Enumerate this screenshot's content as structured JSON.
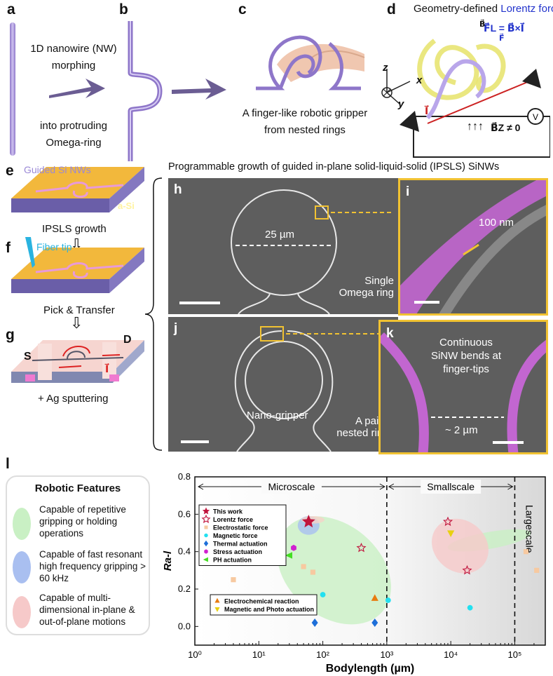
{
  "panel_labels": {
    "a": "a",
    "b": "b",
    "c": "c",
    "d": "d",
    "e": "e",
    "f": "f",
    "g": "g",
    "h": "h",
    "i": "i",
    "j": "j",
    "k": "k",
    "l": "l"
  },
  "panel_a": {
    "line1": "1D nanowire (NW)",
    "line2": "morphing",
    "line3": "into protruding",
    "line4": "Omega-ring"
  },
  "panel_c": {
    "line1": "A finger-like robotic gripper",
    "line2": "from nested rings"
  },
  "panel_d": {
    "title_prefix": "Geometry-defined ",
    "title_highlight": "Lorentz force",
    "formula": "F⃗L = B⃗×I⃗",
    "axis_z": "z",
    "axis_x": "x",
    "axis_y": "y",
    "current": "I⃗",
    "field": "B⃗",
    "force": "F⃗",
    "bz": "B⃗Z ≠ 0",
    "voltmeter": "V",
    "arrows": "↑↑↑"
  },
  "panel_e": {
    "nw_label": "Guided Si NWs",
    "substrate": "a-Si",
    "caption": "IPSLS growth"
  },
  "panel_f": {
    "tip_label": "Fiber tip",
    "caption": "Pick & Transfer"
  },
  "panel_g": {
    "s": "S",
    "d": "D",
    "current": "I⃗",
    "caption": "+ Ag sputtering"
  },
  "growth_title": "Programmable growth of guided in-plane solid-liquid-solid (IPSLS) SiNWs",
  "panel_h": {
    "dim": "25 µm",
    "note1": "Single",
    "note2": "Omega ring"
  },
  "panel_i": {
    "dim": "100 nm"
  },
  "panel_j": {
    "center": "Nano-gripper",
    "note1": "A pair of",
    "note2": "nested rings"
  },
  "panel_k": {
    "line1": "Continuous",
    "line2": "SiNW bends at",
    "line3": "finger-tips",
    "dim": "~ 2 µm"
  },
  "features": {
    "title": "Robotic Features",
    "items": [
      {
        "text": "Capable of repetitive gripping or holding operations",
        "color": "#c9f0c4"
      },
      {
        "text": "Capable of fast resonant high frequency gripping > 60 kHz",
        "color": "#a9bff0"
      },
      {
        "text": "Capable of multi-dimensional in-plane & out-of-plane motions",
        "color": "#f6c9c9"
      }
    ]
  },
  "chart_data": {
    "type": "scatter",
    "xlabel": "Bodylength (µm)",
    "ylabel": "Ra-l",
    "xscale": "log",
    "xlim": [
      1,
      300000
    ],
    "ylim": [
      -0.1,
      0.8
    ],
    "x_ticks": [
      {
        "v": 1,
        "label": "10⁰"
      },
      {
        "v": 10,
        "label": "10¹"
      },
      {
        "v": 100,
        "label": "10²"
      },
      {
        "v": 1000,
        "label": "10³"
      },
      {
        "v": 10000,
        "label": "10⁴"
      },
      {
        "v": 100000,
        "label": "10⁵"
      }
    ],
    "y_ticks": [
      "0.0",
      "0.2",
      "0.4",
      "0.6",
      "0.8"
    ],
    "y_tick_values": [
      0,
      0.2,
      0.4,
      0.6,
      0.8
    ],
    "regions": [
      {
        "label": "Microscale",
        "from": 1,
        "to": 1000
      },
      {
        "label": "Smallscale",
        "from": 1000,
        "to": 100000
      },
      {
        "label": "Largescale",
        "from": 100000,
        "to": 300000
      }
    ],
    "legend1": [
      {
        "name": "This work",
        "marker": "star",
        "color": "#c0143c"
      },
      {
        "name": "Lorentz force",
        "marker": "star-open",
        "color": "#c0143c"
      },
      {
        "name": "Electrostatic force",
        "marker": "square",
        "color": "#f7c9a0"
      },
      {
        "name": "Magnetic force",
        "marker": "circle",
        "color": "#22e0f0"
      },
      {
        "name": "Thermal actuation",
        "marker": "diamond",
        "color": "#1e6fd9"
      },
      {
        "name": "Stress actuation",
        "marker": "hexagon",
        "color": "#d020d0"
      },
      {
        "name": "PH actuation",
        "marker": "triangle-left",
        "color": "#44dd22"
      }
    ],
    "legend2": [
      {
        "name": "Electrochemical reaction",
        "marker": "triangle-up",
        "color": "#e87c10"
      },
      {
        "name": "Magnetic and Photo actuation",
        "marker": "triangle-down",
        "color": "#e8d010"
      }
    ],
    "series": [
      {
        "name": "This work",
        "marker": "star",
        "color": "#c0143c",
        "points": [
          [
            60,
            0.56
          ]
        ]
      },
      {
        "name": "Lorentz force",
        "marker": "star-open",
        "color": "#c0143c",
        "points": [
          [
            400,
            0.42
          ],
          [
            9000,
            0.56
          ],
          [
            18000,
            0.3
          ]
        ]
      },
      {
        "name": "Electrostatic force",
        "marker": "square",
        "color": "#f7c9a0",
        "points": [
          [
            4,
            0.25
          ],
          [
            50,
            0.32
          ],
          [
            70,
            0.29
          ],
          [
            150000,
            0.4
          ],
          [
            220000,
            0.3
          ]
        ]
      },
      {
        "name": "Magnetic force",
        "marker": "circle",
        "color": "#22e0f0",
        "points": [
          [
            100,
            0.17
          ],
          [
            1050,
            0.14
          ],
          [
            20000,
            0.1
          ]
        ]
      },
      {
        "name": "Thermal actuation",
        "marker": "diamond",
        "color": "#1e6fd9",
        "points": [
          [
            75,
            0.02
          ],
          [
            650,
            0.02
          ]
        ]
      },
      {
        "name": "Stress actuation",
        "marker": "hexagon",
        "color": "#d020d0",
        "points": [
          [
            35,
            0.42
          ]
        ]
      },
      {
        "name": "PH actuation",
        "marker": "triangle-left",
        "color": "#44dd22",
        "points": [
          [
            30,
            0.38
          ]
        ]
      },
      {
        "name": "Electrochemical reaction",
        "marker": "triangle-up",
        "color": "#e87c10",
        "points": [
          [
            650,
            0.15
          ]
        ]
      },
      {
        "name": "Magnetic and Photo actuation",
        "marker": "triangle-down",
        "color": "#e8d010",
        "points": [
          [
            10000,
            0.5
          ]
        ]
      }
    ],
    "ellipses": [
      {
        "cx": 150,
        "cy": 0.3,
        "rx_dec": 0.72,
        "ry": 0.34,
        "rot": -50,
        "color": "#c9f0c4"
      },
      {
        "cx": 60,
        "cy": 0.54,
        "rx_dec": 0.17,
        "ry": 0.05,
        "rot": 0,
        "color": "#a9bff0"
      },
      {
        "cx": 70,
        "cy": 0.57,
        "rx_dec": 0.18,
        "ry": 0.02,
        "rot": 0,
        "color": "#f6d2c8"
      },
      {
        "cx": 40000,
        "cy": 0.46,
        "rx_dec": 0.66,
        "ry": 0.045,
        "rot": -10,
        "color": "#c9f0c4"
      },
      {
        "cx": 14000,
        "cy": 0.43,
        "rx_dec": 0.4,
        "ry": 0.16,
        "rot": -52,
        "color": "#f6c9c9"
      }
    ]
  }
}
